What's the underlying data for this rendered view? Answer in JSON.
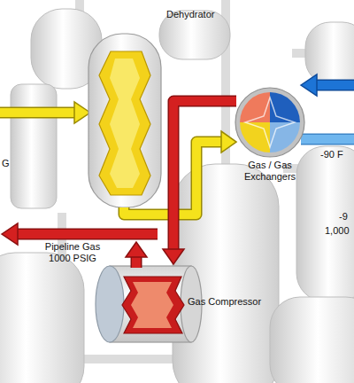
{
  "diagram": {
    "nodes": [
      {
        "text": [
          "Dehydrator"
        ]
      },
      {
        "text": [
          "Gas / Gas Exchangers"
        ]
      },
      {
        "text": [
          "Gas Compressor"
        ]
      }
    ],
    "edges": [
      {
        "from": 0,
        "to": 1,
        "arrow": "to"
      },
      {
        "from": 1,
        "to": 2,
        "arrow": "to"
      }
    ],
    "labels": [
      "-90 F",
      "Pipeline Gas 1000 PSIG",
      "G",
      "-9",
      "1,000"
    ]
  }
}
